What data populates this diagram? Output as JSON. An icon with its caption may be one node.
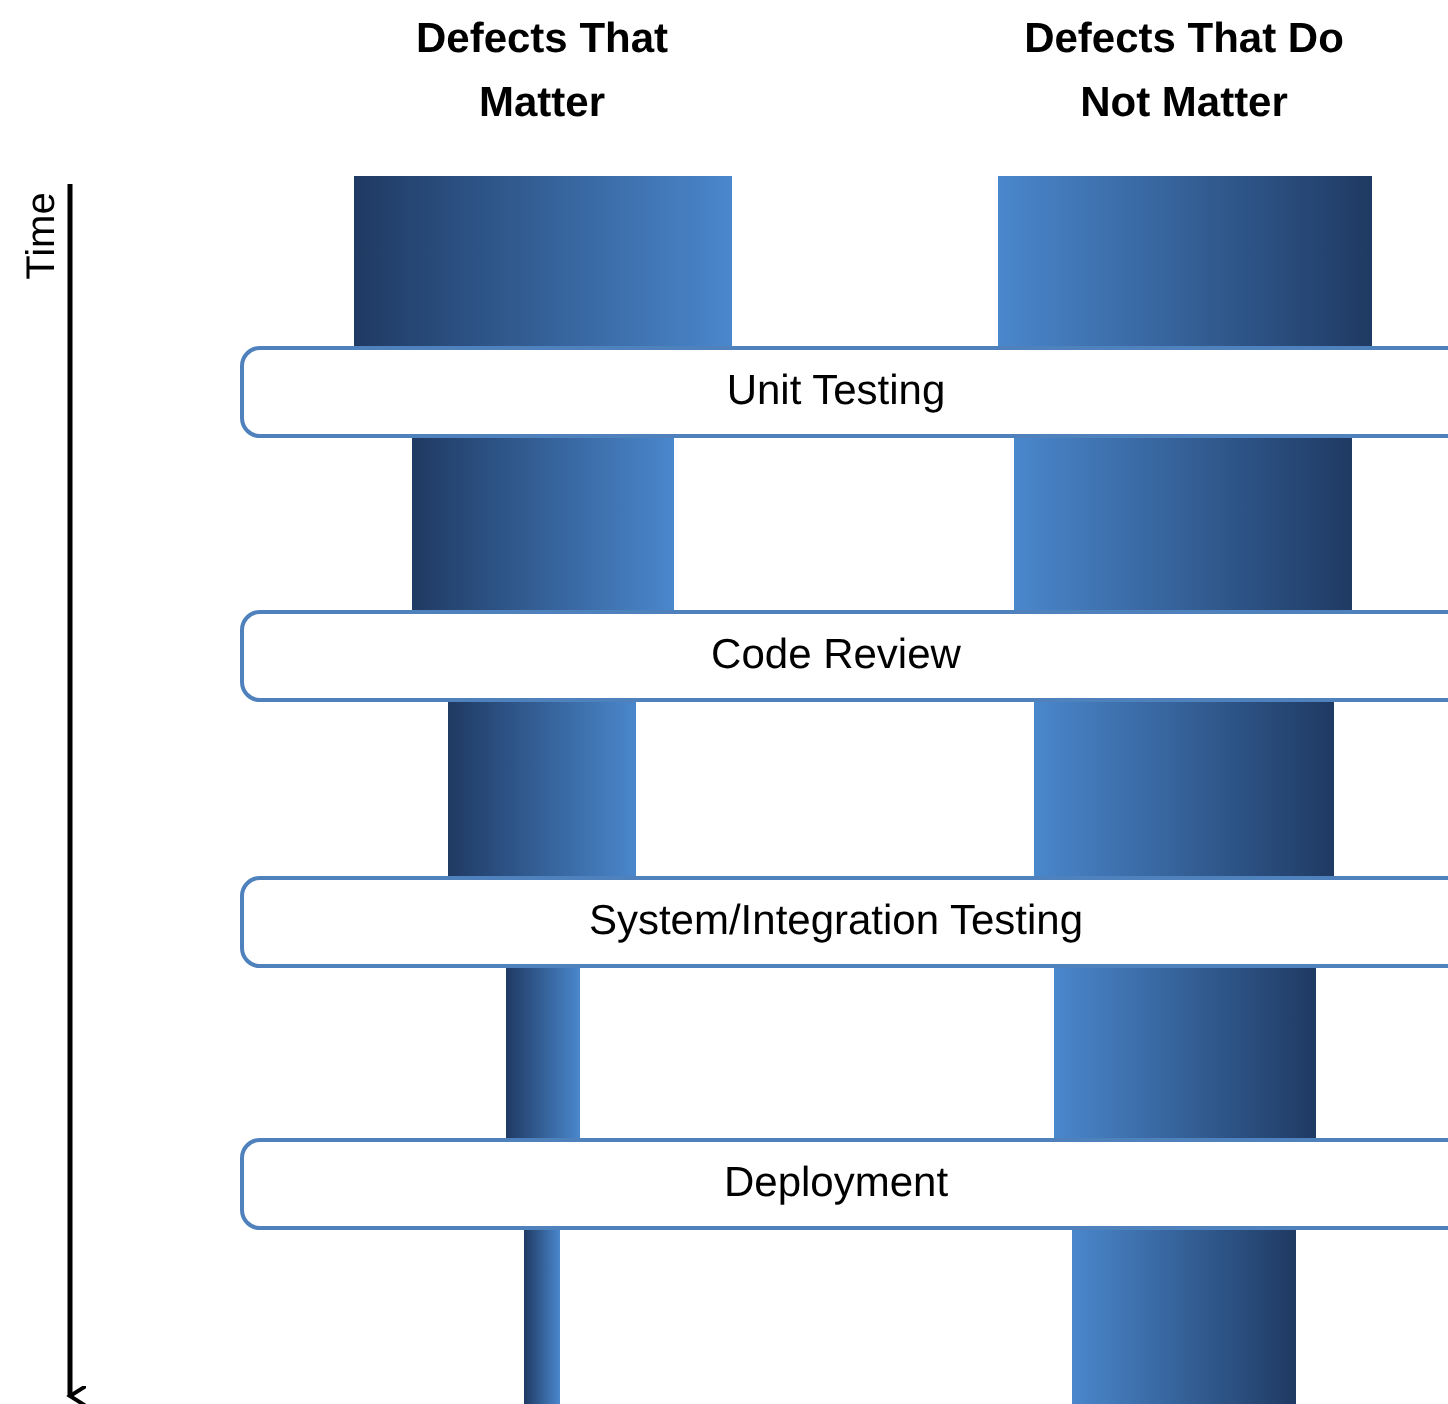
{
  "diagram": {
    "nodes": [
      {
        "text": [],
        "shape": "bar"
      },
      {
        "text": [],
        "shape": "bar"
      },
      {
        "text": [
          "Unit Testing"
        ]
      },
      {
        "text": [],
        "shape": "bar"
      },
      {
        "text": [],
        "shape": "bar"
      },
      {
        "text": [
          "Code Review"
        ]
      },
      {
        "text": [],
        "shape": "bar"
      },
      {
        "text": [],
        "shape": "bar"
      },
      {
        "text": [
          "System/Integration Testing"
        ]
      },
      {
        "text": [],
        "shape": "bar"
      },
      {
        "text": [],
        "shape": "bar"
      },
      {
        "text": [
          "Deployment"
        ]
      },
      {
        "text": [],
        "shape": "bar"
      },
      {
        "text": [],
        "shape": "bar"
      }
    ],
    "labels": [
      "Defects That Matter",
      "Defects That Do Not Matter",
      "Time"
    ]
  }
}
